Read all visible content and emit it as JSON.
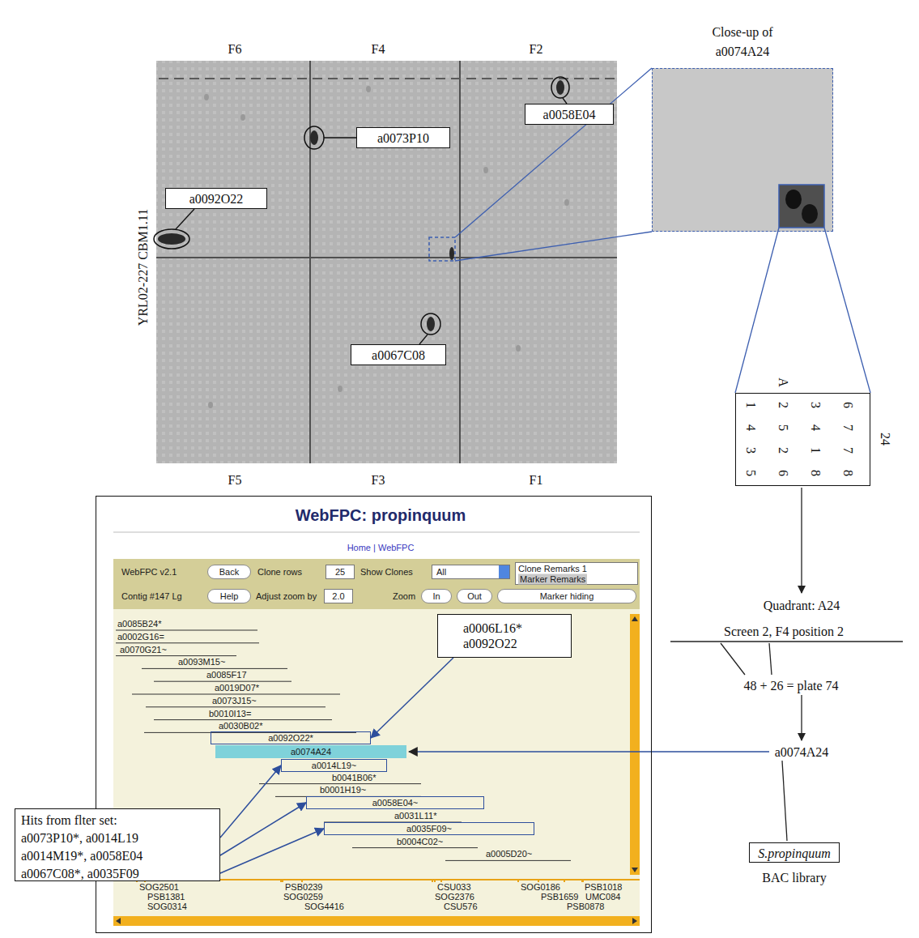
{
  "diagram": {
    "nodes": [
      {
        "text": [
          "a0073P10"
        ]
      },
      {
        "text": [
          "a0058E04"
        ]
      },
      {
        "text": [
          "a0092O22"
        ]
      },
      {
        "text": [
          "a0067C08"
        ]
      },
      {
        "text": [
          "Close-up of a0074A24"
        ]
      },
      {
        "text": [
          "A",
          "1",
          "2",
          "3",
          "6",
          "4",
          "5",
          "4",
          "7",
          "3",
          "2",
          "1",
          "7",
          "5",
          "6",
          "8",
          "8",
          "24"
        ]
      },
      {
        "text": [
          "WebFPC: propinquum",
          "Home | WebFPC"
        ]
      },
      {
        "text": [
          "WebFPC v2.1",
          "Clone rows",
          "Show Clones",
          "Contig #147 Lg",
          "Adjust zoom by",
          "Zoom"
        ],
        "in": 6
      },
      {
        "text": [
          "Back"
        ],
        "in": 7
      },
      {
        "text": [
          "25"
        ],
        "in": 7
      },
      {
        "text": [
          "All"
        ],
        "in": 7
      },
      {
        "text": [
          "Clone Remarks 1",
          "Marker Remarks"
        ],
        "in": 7
      },
      {
        "text": [
          "Help"
        ],
        "in": 7
      },
      {
        "text": [
          "2.0"
        ],
        "in": 7
      },
      {
        "text": [
          "In"
        ],
        "in": 7
      },
      {
        "text": [
          "Out"
        ],
        "in": 7
      },
      {
        "text": [
          "Marker hiding"
        ],
        "in": 7
      },
      {
        "text": [
          "a0085B24*",
          "a0002G16=",
          "a0070G21~",
          "a0093M15~",
          "a0085F17",
          "a0019D07*",
          "a0073J15~",
          "b0010I13=",
          "a0030B02*",
          "b0041B06*",
          "b0001H19~",
          "a0031L11*",
          "b0004C02~",
          "a0005D20~"
        ],
        "in": 6
      },
      {
        "text": [
          "a0092O22*"
        ],
        "in": 17
      },
      {
        "text": [
          "a0074A24"
        ],
        "in": 17
      },
      {
        "text": [
          "a0014L19~"
        ],
        "in": 17
      },
      {
        "text": [
          "a0058E04~"
        ],
        "in": 17
      },
      {
        "text": [
          "a0035F09~"
        ],
        "in": 17
      },
      {
        "text": [
          "SOG2501",
          "PSB1381",
          "SOG0314",
          "PSB0239",
          "SOG0259",
          "SOG4416",
          "CSU033",
          "SOG2376",
          "CSU576",
          "SOG0186",
          "PSB1659",
          "PSB0878",
          "PSB1018",
          "UMC084"
        ],
        "in": 6
      },
      {
        "text": [
          "a0006L16* a0092O22"
        ],
        "in": 17
      },
      {
        "text": [
          "Hits from flter set:",
          "a0073P10*, a0014L19",
          "a0014M19*, a0058E04",
          "a0067C08*, a0035F09"
        ]
      },
      {
        "text": [
          "S.propinquum",
          "BAC library"
        ]
      }
    ],
    "edges": [
      {
        "from": 24,
        "to": 18,
        "arrow": "to"
      },
      {
        "from": 25,
        "to": 20,
        "arrow": "to"
      },
      {
        "from": 25,
        "to": 21,
        "arrow": "to"
      },
      {
        "from": 25,
        "to": 22,
        "arrow": "to"
      }
    ],
    "labels": [
      "F6",
      "F4",
      "F2",
      "YRL02-227 CBM1.11",
      "F5",
      "F3",
      "F1",
      "Quadrant: A24",
      "Screen 2, F4 position 2",
      "48 + 26 = plate 74",
      "a0074A24"
    ]
  }
}
